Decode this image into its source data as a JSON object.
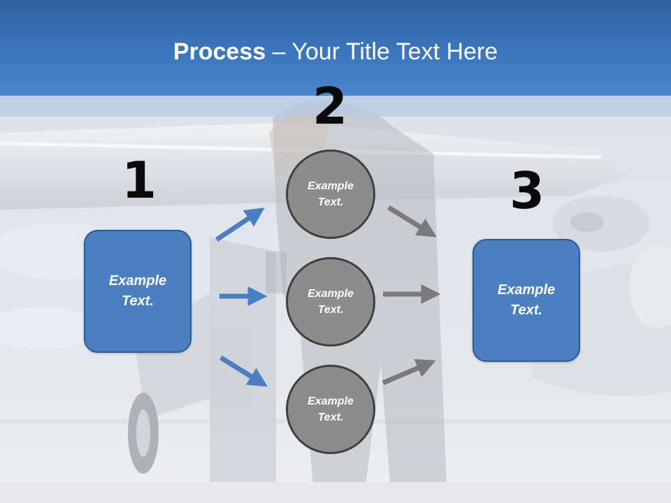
{
  "slide": {
    "title_bold": "Process",
    "title_rest": " – Your Title Text Here",
    "accent_color": "#4a80c2",
    "circle_color": "#8c8c8c",
    "arrow_blue": "#4a80c2",
    "arrow_gray": "#7a7a7a"
  },
  "steps": {
    "num1": "1",
    "num2": "2",
    "num3": "3"
  },
  "box1": {
    "line1": "Example",
    "line2": "Text."
  },
  "box3": {
    "line1": "Example",
    "line2": "Text."
  },
  "circles": [
    {
      "line1": "Example",
      "line2": "Text."
    },
    {
      "line1": "Example",
      "line2": "Text."
    },
    {
      "line1": "Example",
      "line2": "Text."
    }
  ]
}
